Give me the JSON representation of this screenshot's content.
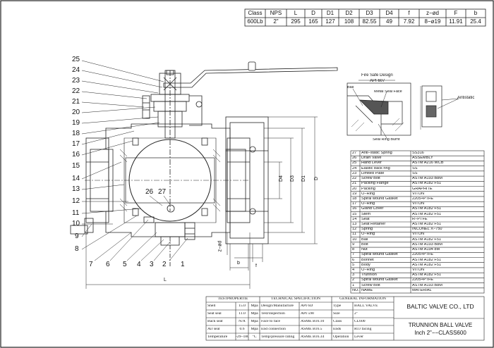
{
  "dimension_table": {
    "headers": [
      "Class",
      "NPS",
      "L",
      "D",
      "D1",
      "D2",
      "D3",
      "D4",
      "f",
      "z−ød",
      "F",
      "b"
    ],
    "values": [
      "600Lb",
      "2\"",
      "295",
      "165",
      "127",
      "108",
      "82.55",
      "49",
      "7.92",
      "8−ø19",
      "11.91",
      "25.4"
    ]
  },
  "balloons": [
    "25",
    "24",
    "23",
    "22",
    "21",
    "20",
    "19",
    "18",
    "17",
    "16",
    "15",
    "14",
    "13",
    "12",
    "11",
    "10",
    "9",
    "8",
    "7",
    "6",
    "5",
    "4",
    "3",
    "2",
    "1"
  ],
  "balloon_inside": [
    "26",
    "27"
  ],
  "drawing_dims": {
    "L": "L",
    "D": "D",
    "D1": "D1",
    "D3": "D3",
    "D4": "D4",
    "f": "f",
    "b": "b",
    "zd": "z−ød"
  },
  "fire_safe": {
    "title": "Fire Safe Design",
    "subtitle": "API 607",
    "ball": "Ball",
    "metal_seal": "Metal Seal Face",
    "seal_ring": "Seal Ring Burnt"
  },
  "antistatic": {
    "label": "Antistatic"
  },
  "bom": {
    "rows": [
      [
        "27",
        "Anti−static Spring",
        "SS316"
      ],
      [
        "26",
        "Drain Valve",
        "ASSEMBLY"
      ],
      [
        "25",
        "Hand Lever",
        "ASTM A216 WCB"
      ],
      [
        "24",
        "Elastic back ring",
        "SS"
      ],
      [
        "23",
        "Limited Plate",
        "SS"
      ],
      [
        "22",
        "Screw Bolt",
        "ASTM A193 B8M"
      ],
      [
        "21",
        "Packing Flange",
        "ASTM A182 F51"
      ],
      [
        "20",
        "Packing",
        "GRAPHITE"
      ],
      [
        "19",
        "O−Ring",
        "VITON"
      ],
      [
        "18",
        "Spiral wound Gasket",
        "2205+PTFE"
      ],
      [
        "17",
        "O−Ring",
        "VITON"
      ],
      [
        "16",
        "Gland Cover",
        "ASTM A182 F51"
      ],
      [
        "15",
        "Stem",
        "ASTM A182 F51"
      ],
      [
        "14",
        "Seat",
        "R−PTFE"
      ],
      [
        "13",
        "Seat Retainer",
        "ASTM A182 F51"
      ],
      [
        "12",
        "Spring",
        "INCONEL X−750"
      ],
      [
        "11",
        "O−Ring",
        "VITON"
      ],
      [
        "10",
        "Ball",
        "ASTM A182 F51"
      ],
      [
        "9",
        "Bolt",
        "ASTM A193 B8M"
      ],
      [
        "8",
        "Nut",
        "ASTM A194 8M"
      ],
      [
        "7",
        "Spiral wound Gasket",
        "2205+PTFE"
      ],
      [
        "6",
        "Bonnet",
        "ASTM A182 F51"
      ],
      [
        "5",
        "Body",
        "ASTM A182 F51"
      ],
      [
        "4",
        "O−Ring",
        "VITON"
      ],
      [
        "3",
        "Trunnion",
        "ASTM A182 F51"
      ],
      [
        "2",
        "Spiral wound Gasket",
        "2205+PTFE"
      ],
      [
        "1",
        "Screw Bolt",
        "ASTM A193 B8M"
      ]
    ],
    "header": [
      "NO.",
      "NAME",
      "MATERIAL"
    ]
  },
  "test": {
    "title": "TESTPROPERTIE",
    "rows": [
      [
        "Shell",
        "15.0",
        "Mpa"
      ],
      [
        "Seat seal",
        "11.0",
        "Mpa"
      ],
      [
        "Back seat",
        "N/A",
        "Mpa"
      ],
      [
        "Air seal",
        "0.6",
        "Mpa"
      ],
      [
        "Temperature",
        "-29~180",
        "°C"
      ]
    ]
  },
  "tech": {
    "title": "TECHNICAL SPECIFICTION",
    "rows": [
      [
        "Design/Manufacture",
        "API 6D"
      ],
      [
        "Test/inspection",
        "API 598"
      ],
      [
        "Face to face",
        "ASME B16.10"
      ],
      [
        "End connection",
        "ASME B16.5"
      ],
      [
        "Temp/pressure rating",
        "ASME B16.34"
      ]
    ]
  },
  "general": {
    "title": "GENERAL INFORMATION",
    "rows": [
      [
        "Type",
        "BALL VALVE"
      ],
      [
        "Size",
        "2\""
      ],
      [
        "Class",
        "CL600"
      ],
      [
        "Ends",
        "RTJ facing"
      ],
      [
        "Operation",
        "Lever"
      ]
    ]
  },
  "company": "BALTIC VALVE CO., LTD",
  "product_line1": "TRUNNION BALL VALVE",
  "product_line2": "Inch 2\"−−CLASS600"
}
